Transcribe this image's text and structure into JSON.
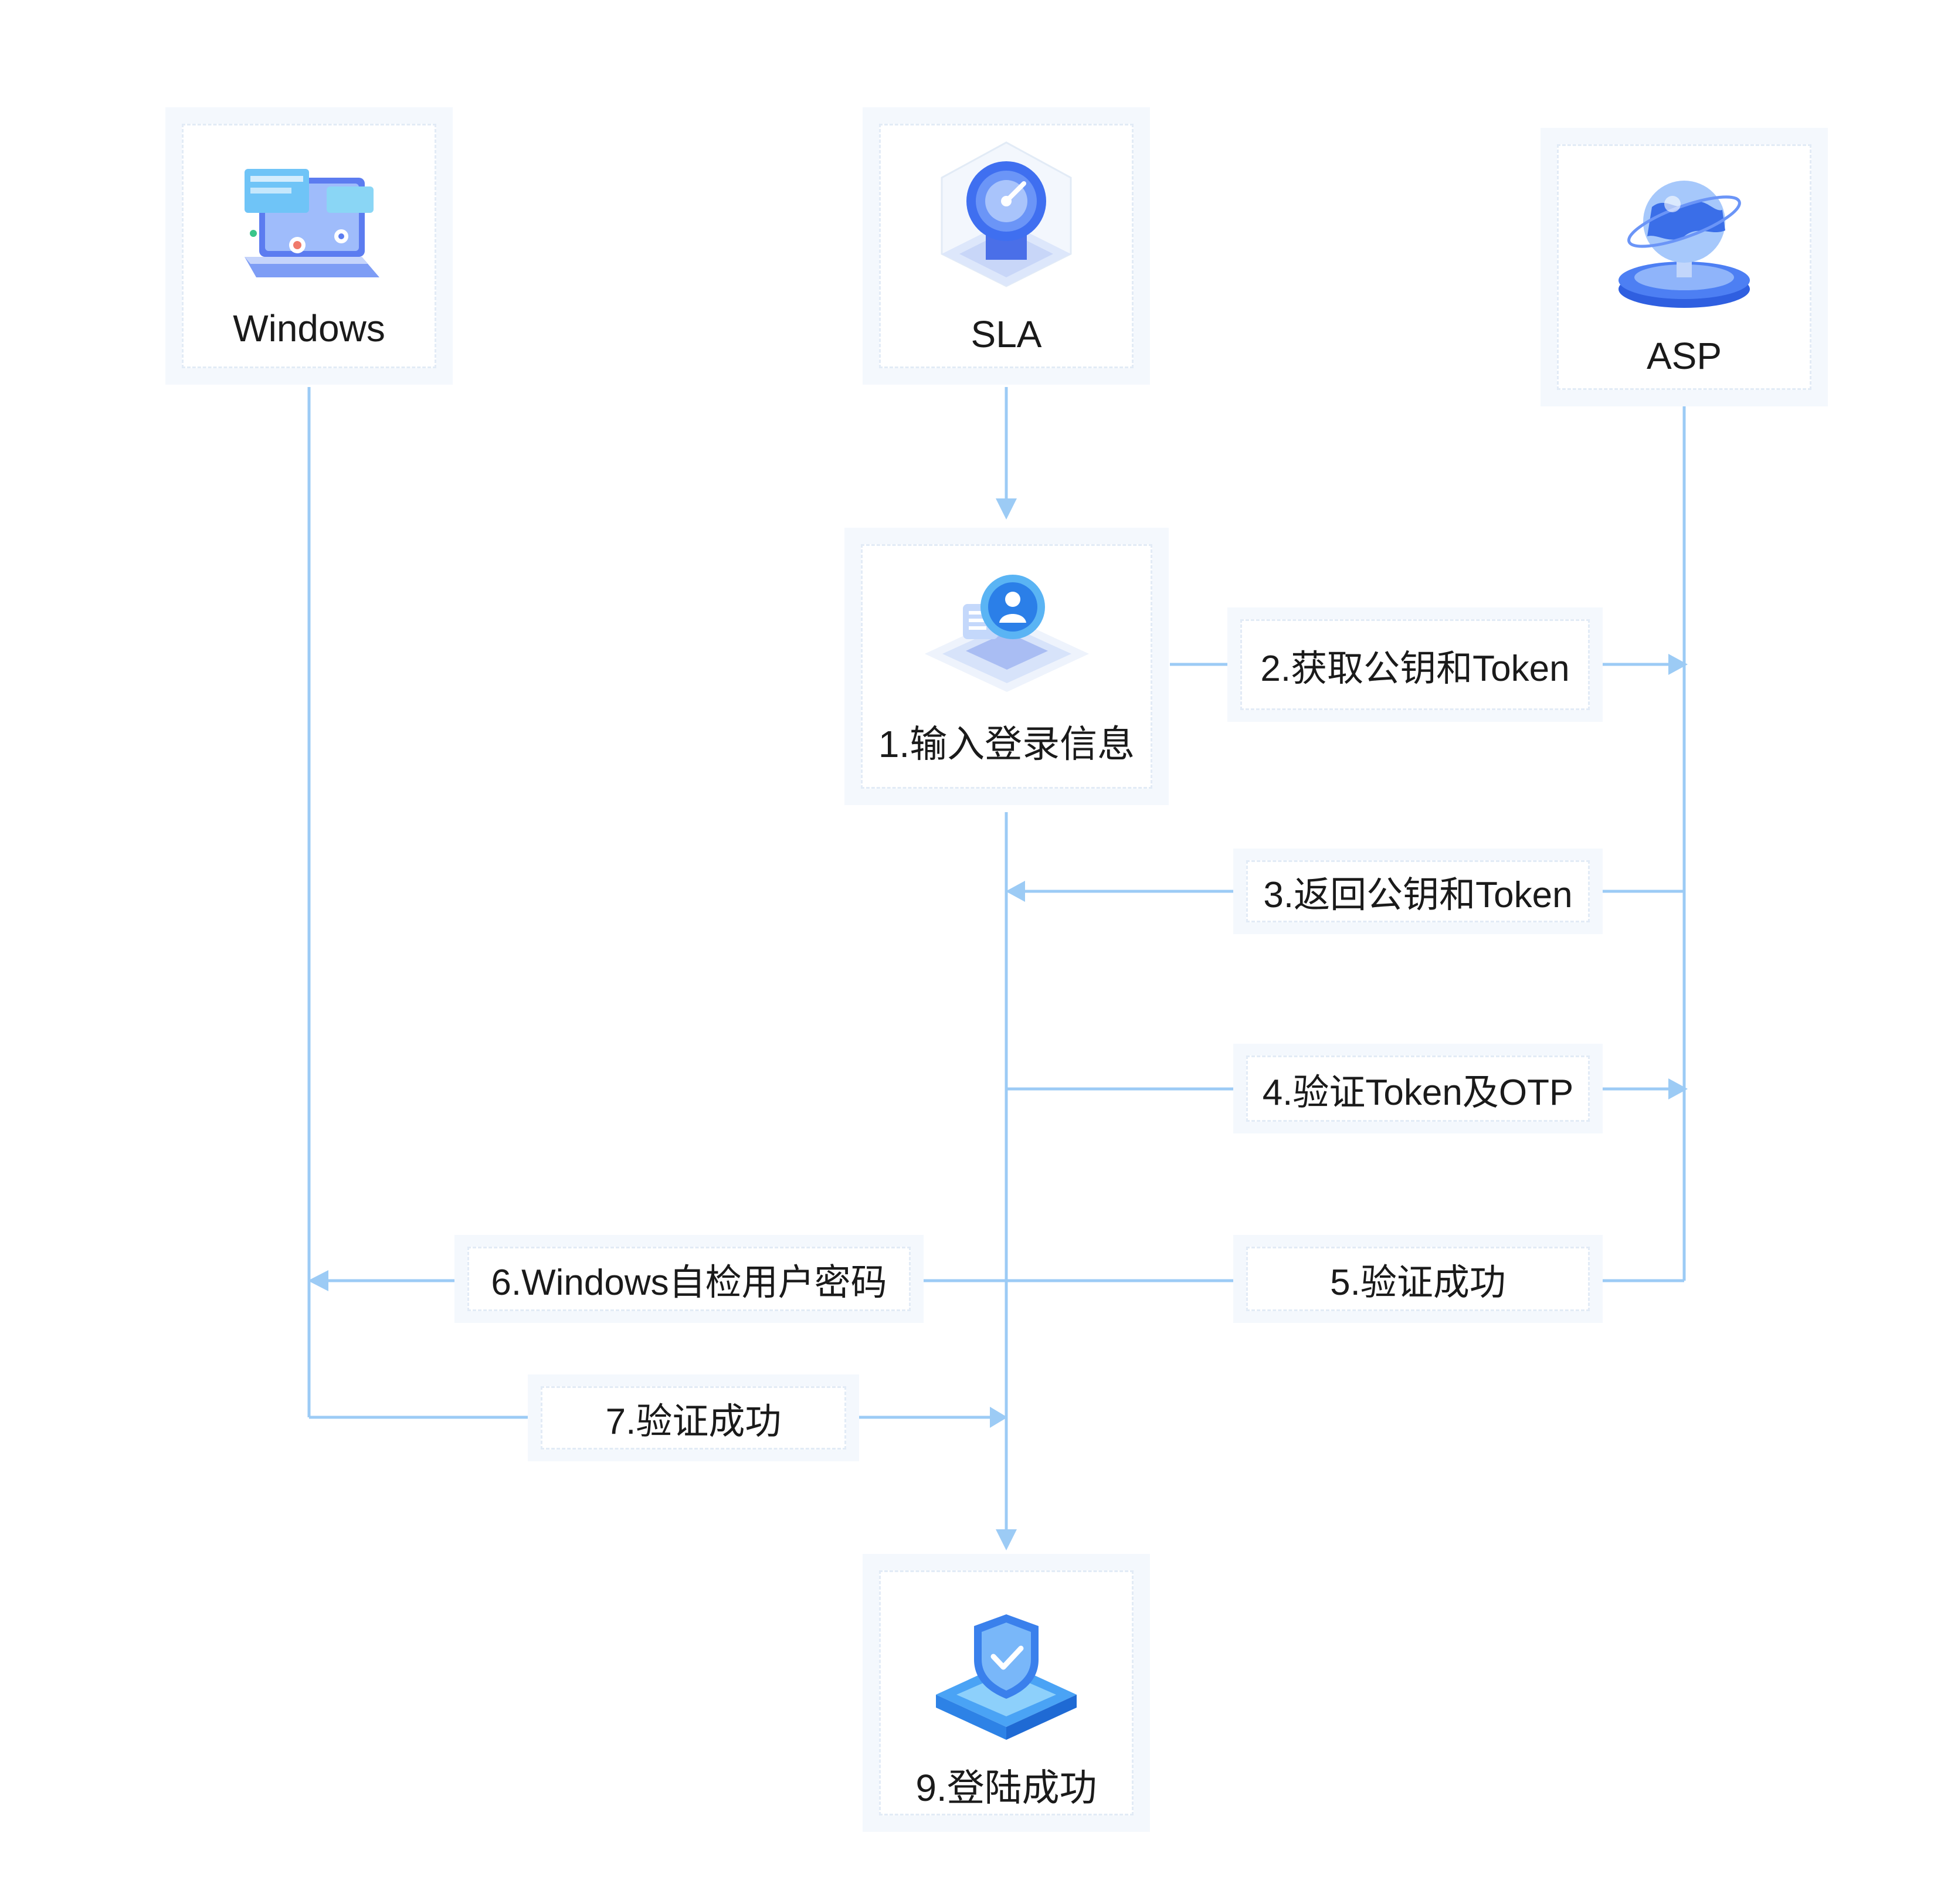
{
  "nodes": {
    "windows": {
      "label": "Windows",
      "icon": "laptop-icon"
    },
    "sla": {
      "label": "SLA",
      "icon": "dial-icon"
    },
    "asp": {
      "label": "ASP",
      "icon": "globe-icon"
    },
    "input": {
      "label": "1.输入登录信息",
      "icon": "user-card-icon"
    },
    "success": {
      "label": "9.登陆成功",
      "icon": "shield-icon"
    }
  },
  "messages": {
    "m2": "2.获取公钥和Token",
    "m3": "3.返回公钥和Token",
    "m4": "4.验证Token及OTP",
    "m5": "5.验证成功",
    "m6": "6.Windows自检用户密码",
    "m7": "7.验证成功"
  },
  "colors": {
    "line": "#9ccbf5",
    "box_bg": "#f4f8fd",
    "box_border": "#e2ebf6",
    "icon_blue": "#3f7df2",
    "icon_light": "#a9cdfb"
  }
}
